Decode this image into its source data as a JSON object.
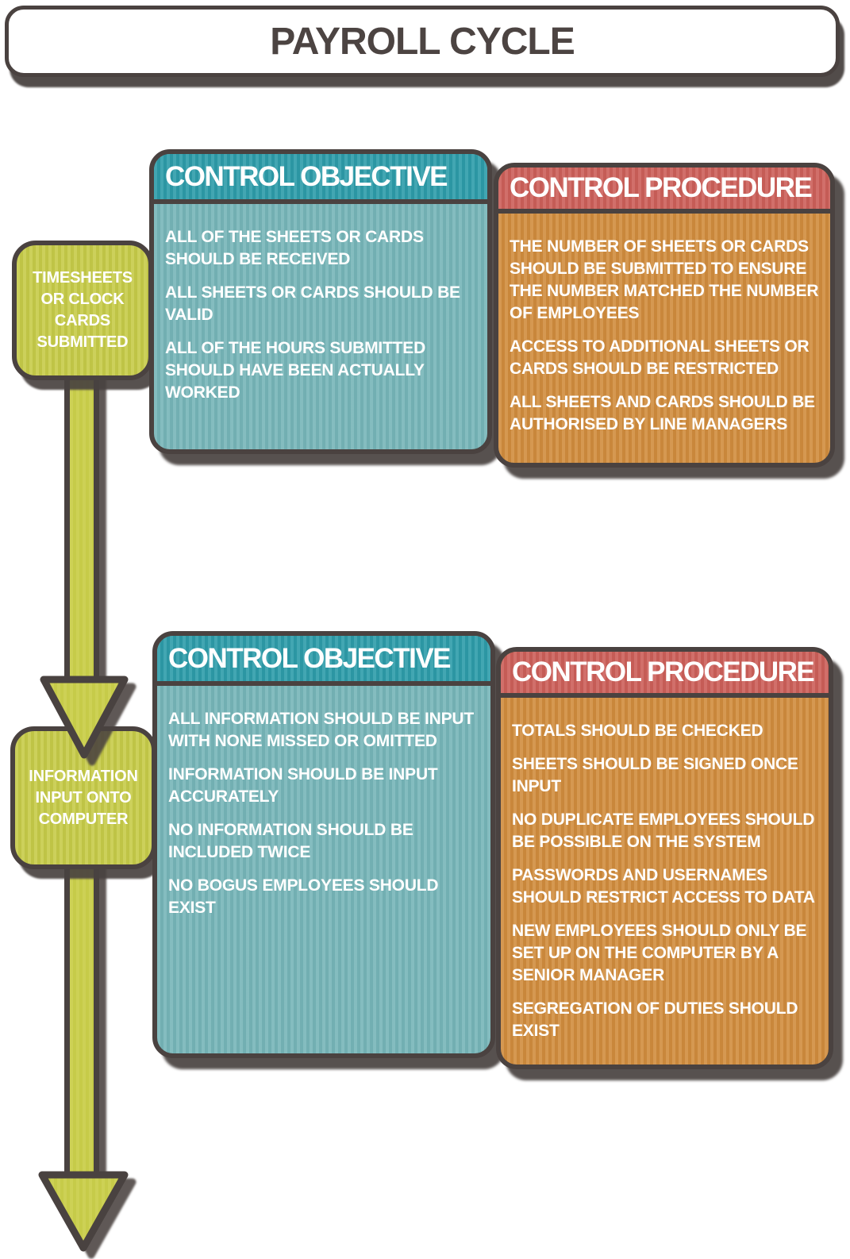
{
  "title": "PAYROLL CYCLE",
  "steps": [
    {
      "label": "TIMESHEETS\nOR CLOCK\nCARDS\nSUBMITTED"
    },
    {
      "label": "INFORMATION\nINPUT ONTO\nCOMPUTER"
    }
  ],
  "stages": [
    {
      "objective": {
        "header": "CONTROL OBJECTIVE",
        "items": [
          "ALL OF THE SHEETS OR CARDS\nSHOULD BE RECEIVED",
          "ALL SHEETS OR CARDS SHOULD BE\nVALID",
          "ALL OF THE HOURS SUBMITTED\nSHOULD HAVE BEEN ACTUALLY\nWORKED"
        ]
      },
      "procedure": {
        "header": "CONTROL PROCEDURE",
        "items": [
          "THE NUMBER OF SHEETS OR CARDS\nSHOULD BE SUBMITTED TO ENSURE\nTHE NUMBER MATCHED THE NUMBER\nOF EMPLOYEES",
          "ACCESS TO ADDITIONAL SHEETS OR\nCARDS SHOULD BE RESTRICTED",
          "ALL SHEETS AND CARDS SHOULD BE\nAUTHORISED BY LINE MANAGERS"
        ]
      }
    },
    {
      "objective": {
        "header": "CONTROL OBJECTIVE",
        "items": [
          "ALL INFORMATION SHOULD BE INPUT\nWITH NONE MISSED OR OMITTED",
          "INFORMATION SHOULD BE INPUT\nACCURATELY",
          "NO INFORMATION SHOULD BE\nINCLUDED TWICE",
          "NO BOGUS EMPLOYEES SHOULD EXIST"
        ]
      },
      "procedure": {
        "header": "CONTROL PROCEDURE",
        "items": [
          "TOTALS SHOULD BE CHECKED",
          "SHEETS SHOULD BE SIGNED ONCE\nINPUT",
          "NO DUPLICATE EMPLOYEES SHOULD\nBE POSSIBLE ON THE SYSTEM",
          "PASSWORDS AND USERNAMES\nSHOULD RESTRICT ACCESS TO DATA",
          "NEW EMPLOYEES SHOULD ONLY BE\nSET UP ON THE COMPUTER BY A\nSENIOR MANAGER",
          "SEGREGATION OF DUTIES SHOULD\nEXIST"
        ]
      }
    }
  ],
  "colors": {
    "border_dark": "#4a4240",
    "teal_header": "#2d9ca9",
    "teal_body": "#76b5b8",
    "red_header": "#cc5f59",
    "orange_body": "#d08c3d",
    "green": "#c6cb48",
    "text_light": "#ffffff",
    "title_text": "#4c4442",
    "background": "#ffffff"
  }
}
